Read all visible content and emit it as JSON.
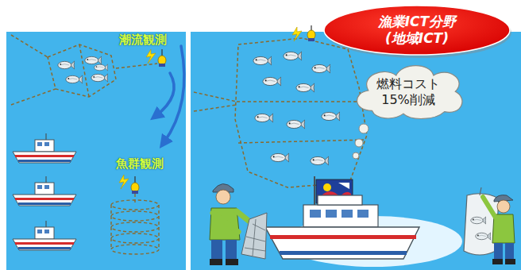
{
  "diagram": {
    "nodes": [
      {
        "text": [
          "漁業ICT分野 (地域ICT)"
        ]
      },
      {
        "text": [
          "燃料コスト 15%削減"
        ]
      }
    ],
    "labels": [
      "潮流観測",
      "魚群観測"
    ]
  }
}
